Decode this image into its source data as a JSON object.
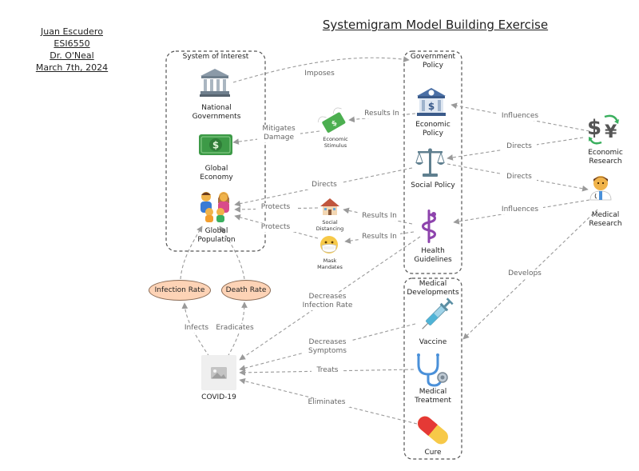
{
  "header": {
    "author": "Juan Escudero",
    "course": "ESI6550",
    "instructor": "Dr. O'Neal",
    "date": "March 7th, 2024"
  },
  "title": "Systemigram Model Building Exercise",
  "groups": {
    "system_of_interest": "System of Interest",
    "government_policy": "Government Policy",
    "medical_developments": "Medical Developments"
  },
  "nodes": {
    "national_governments": "National Governments",
    "global_economy": "Global Economy",
    "global_population": "Global Population",
    "economic_stimulus": "Economic Stimulus",
    "social_distancing": "Social Distancing",
    "mask_mandates": "Mask Mandates",
    "economic_policy": "Economic Policy",
    "social_policy": "Social Policy",
    "health_guidelines": "Health Guidelines",
    "economic_research": "Economic Research",
    "medical_research": "Medical Research",
    "vaccine": "Vaccine",
    "medical_treatment": "Medical Treatment",
    "cure": "Cure",
    "covid": "COVID-19",
    "infection_rate": "Infection Rate",
    "death_rate": "Death Rate"
  },
  "edges": {
    "imposes": "Imposes",
    "results_in_1": "Results In",
    "results_in_2": "Results In",
    "results_in_3": "Results In",
    "mitigates_damage": "Mitigates Damage",
    "influences_1": "Influences",
    "influences_2": "Influences",
    "directs_1": "Directs",
    "directs_2": "Directs",
    "directs_3": "Directs",
    "protects_1": "Protects",
    "protects_2": "Protects",
    "decreases_infection_rate": "Decreases Infection Rate",
    "develops": "Develops",
    "decreases_symptoms": "Decreases Symptoms",
    "treats": "Treats",
    "eliminates": "Eliminates",
    "infects": "Infects",
    "eradicates": "Eradicates"
  },
  "colors": {
    "edge": "#9a9a9a",
    "group_border": "#555555",
    "oval_fill": "#fdd3b6"
  }
}
